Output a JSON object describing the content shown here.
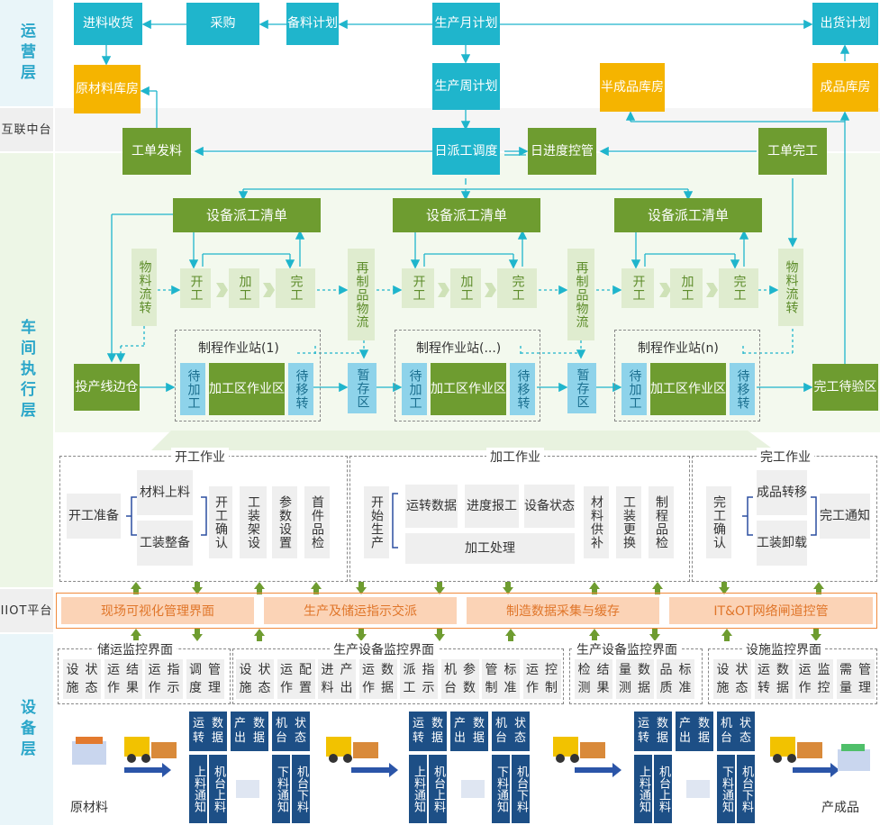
{
  "layers": {
    "ops": "运营层",
    "hub": [
      "互联",
      "中台"
    ],
    "workshop": "车间执行层",
    "iiot": [
      "IIOT",
      "平台"
    ],
    "device": "设备层"
  },
  "ops": {
    "receive": [
      "进料",
      "收货"
    ],
    "purchase": "采购",
    "material_plan": [
      "备料",
      "计划"
    ],
    "monthly_plan": [
      "生产",
      "月计划"
    ],
    "ship_plan": [
      "出货",
      "计划"
    ],
    "raw_store": [
      "原材料",
      "库房"
    ],
    "weekly_plan": [
      "生产",
      "周计划"
    ],
    "semi_store": [
      "半成品",
      "库房"
    ],
    "finished_store": [
      "成品",
      "库房"
    ]
  },
  "hub": {
    "issue": [
      "工单",
      "发料"
    ],
    "dispatch": [
      "日派工",
      "调度"
    ],
    "progress": [
      "日进度",
      "控管"
    ],
    "complete": [
      "工单",
      "完工"
    ]
  },
  "workshop": {
    "dispatch_list": "设备派工清单",
    "start": "开工",
    "process": "加工",
    "done": "完工",
    "material_flow": "物料流转",
    "reprocess_flow": "再制品物流",
    "stations": [
      "制程作业站(1)",
      "制程作业站(...)",
      "制程作业站(n)"
    ],
    "wait_process": "待加工",
    "process_area": [
      "加工区",
      "作业区"
    ],
    "wait_move": "待移转",
    "buffer": "暂存区",
    "line_side": [
      "投产",
      "线边仓"
    ],
    "finish_wait": [
      "完工",
      "待验区"
    ]
  },
  "ops_panels": {
    "start_title": "开工作业",
    "start_prepare": [
      "开工",
      "准备"
    ],
    "material_feed": [
      "材料",
      "上料"
    ],
    "tool_prepare": [
      "工装",
      "整备"
    ],
    "start_confirm": "开工确认",
    "fixture_setup": "工装架设",
    "param_setup": "参数设置",
    "first_check": "首件品检",
    "process_title": "加工作业",
    "start_production": "开始生产",
    "run_data": [
      "运转",
      "数据"
    ],
    "progress_report": [
      "进度",
      "报工"
    ],
    "equip_status": [
      "设备",
      "状态"
    ],
    "material_supply": "材料供补",
    "tool_change": "工装更换",
    "process_check": "制程品检",
    "process_handle": "加工处理",
    "finish_title": "完工作业",
    "finish_confirm": "完工确认",
    "product_move": [
      "成品",
      "转移"
    ],
    "tool_unload": [
      "工装",
      "卸载"
    ],
    "finish_notice": [
      "完工",
      "通知"
    ]
  },
  "iiot": [
    "现场可视化管理界面",
    "生产及储运指示交派",
    "制造数据采集与缓存",
    "IT&OT网络闸道控管"
  ],
  "monitor": {
    "g1": {
      "title": "储运监控界面",
      "items": [
        [
          "设施",
          "状态"
        ],
        [
          "运作",
          "结果"
        ],
        [
          "运作",
          "指示"
        ],
        [
          "调度",
          "管理"
        ]
      ]
    },
    "g2": {
      "title": "生产设备监控界面",
      "items": [
        [
          "设施",
          "状态"
        ],
        [
          "运作",
          "配置"
        ],
        [
          "进料",
          "产出"
        ],
        [
          "运作",
          "数据"
        ],
        [
          "派工",
          "指示"
        ],
        [
          "机台",
          "参数"
        ],
        [
          "管制",
          "标准"
        ],
        [
          "运作",
          "控制"
        ]
      ]
    },
    "g3": {
      "title": "生产设备监控界面",
      "items": [
        [
          "检测",
          "结果"
        ],
        [
          "量测",
          "数据"
        ],
        [
          "品质",
          "标准"
        ]
      ]
    },
    "g4": {
      "title": "设施监控界面",
      "items": [
        [
          "设施",
          "状态"
        ],
        [
          "运转",
          "数据"
        ],
        [
          "运作",
          "监控"
        ],
        [
          "需量",
          "管理"
        ]
      ]
    }
  },
  "device": {
    "run_data": [
      "运转",
      "数据"
    ],
    "output_data": [
      "产出",
      "数据"
    ],
    "machine_status": [
      "机台",
      "状态"
    ],
    "feed_notice": "上料通知",
    "machine_feed": "机台上料",
    "unload_notice": "下料通知",
    "machine_unload": "机台下料",
    "raw_material": "原材料",
    "product": "产成品"
  },
  "colors": {
    "teal": "#1fb5cc",
    "gold": "#f5b400",
    "green": "#6e9c30",
    "navy": "#1d4f86",
    "orange": "#f08a3c"
  }
}
